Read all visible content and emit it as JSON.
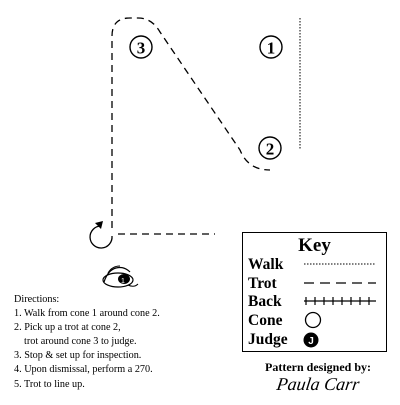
{
  "cones": [
    {
      "number": "1"
    },
    {
      "number": "2"
    },
    {
      "number": "3"
    }
  ],
  "directions": {
    "heading": "Directions:",
    "lines": [
      "1. Walk from cone 1 around cone 2.",
      "2. Pick up a trot at cone 2,",
      "trot around cone 3 to judge.",
      "3. Stop & set up for inspection.",
      "4. Upon dismissal, perform a 270.",
      "5. Trot to line up."
    ]
  },
  "key": {
    "title": "Key",
    "walk": "Walk",
    "trot": "Trot",
    "back": "Back",
    "cone": "Cone",
    "judge": "Judge",
    "judge_symbol": "J"
  },
  "credit": {
    "label": "Pattern designed by:",
    "designer": "Paula Carr"
  },
  "colors": {
    "ink": "#000000",
    "background": "#ffffff"
  },
  "icons": [
    "cone-icon",
    "judge-icon",
    "horse-icon",
    "turn-arrow-icon"
  ]
}
